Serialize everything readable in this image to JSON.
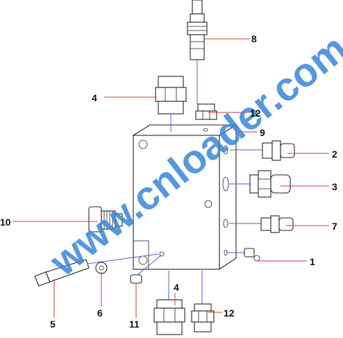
{
  "watermark": "www.cnloader.com",
  "callouts": {
    "c1": "1",
    "c2": "2",
    "c3": "3",
    "c4_top": "4",
    "c4_bottom": "4",
    "c5": "5",
    "c6": "6",
    "c7": "7",
    "c8": "8",
    "c9": "9",
    "c10": "10",
    "c11": "11",
    "c12_top": "12",
    "c12_bottom": "12"
  },
  "colors": {
    "leader_red": "#d23a3a",
    "leader_blue": "#4a5fd0",
    "watermark_blue": "#3a86d8",
    "outline": "#222222"
  }
}
